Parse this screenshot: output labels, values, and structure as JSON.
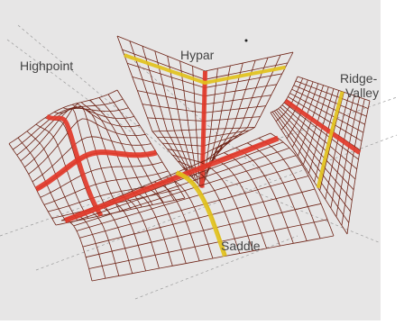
{
  "figure": {
    "labels": {
      "highpoint": "Highpoint",
      "hypar": "Hypar",
      "ridge_valley_line1": "Ridge-",
      "ridge_valley_line2": "Valley",
      "saddle": "Saddle"
    }
  },
  "colors": {
    "background": "#e7e6e6",
    "page_margin": "#ffffff",
    "mesh_line": "#6e2316",
    "highlight_red": "#e23a2a",
    "highlight_yellow": "#e2c21c",
    "guide_line": "#9a9a9a"
  }
}
